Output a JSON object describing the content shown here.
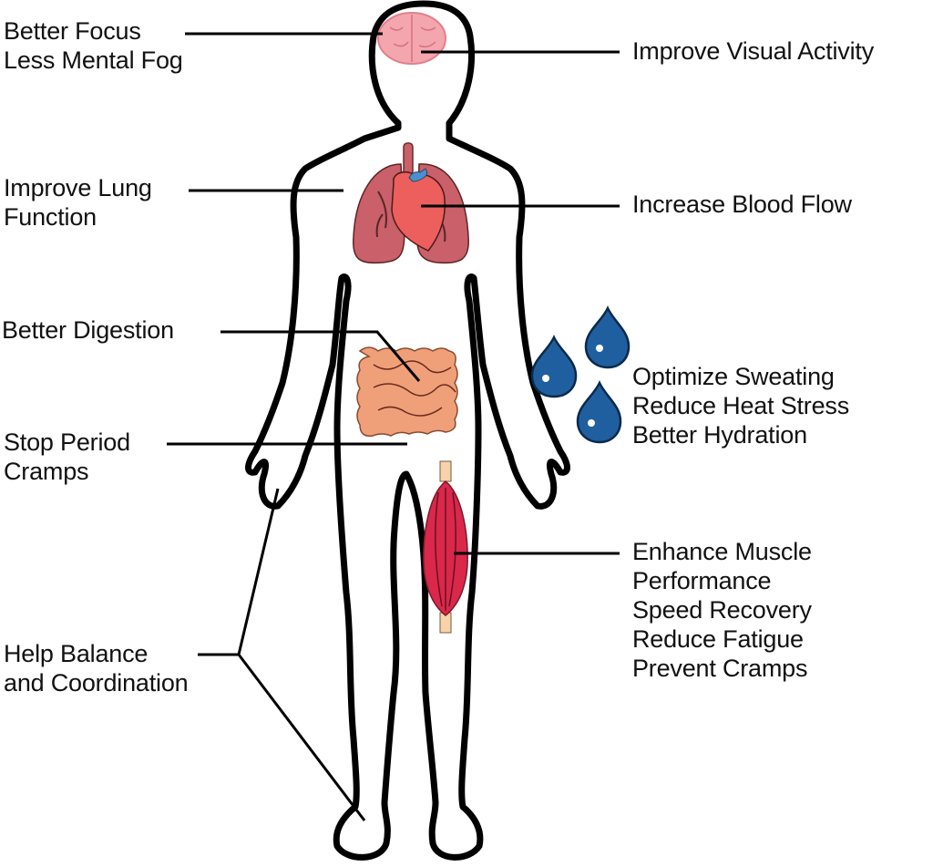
{
  "diagram": {
    "title": "",
    "colors": {
      "outline": "#000000",
      "brain": "#f4a6ae",
      "lungs": "#c9606a",
      "heart": "#ec5f5c",
      "vessel_blue": "#4a8fd0",
      "intestines": "#f0a078",
      "muscle": "#d9284a",
      "tendon": "#f7d2aa",
      "sweat_drop": "#1f5fa0"
    },
    "labels": {
      "brain_left": [
        "Better Focus",
        "Less Mental Fog"
      ],
      "brain_right": [
        "Improve Visual Activity"
      ],
      "lungs": [
        "Improve Lung",
        "Function"
      ],
      "heart": [
        "Increase Blood Flow"
      ],
      "digestion": [
        "Better Digestion"
      ],
      "sweat": [
        "Optimize Sweating",
        "Reduce Heat Stress",
        "Better Hydration"
      ],
      "period": [
        "Stop Period",
        "Cramps"
      ],
      "muscle": [
        "Enhance Muscle",
        "Performance",
        "Speed Recovery",
        "Reduce Fatigue",
        "Prevent Cramps"
      ],
      "balance": [
        "Help Balance",
        "and Coordination"
      ]
    },
    "icons": [
      "brain-icon",
      "lungs-icon",
      "heart-icon",
      "intestines-icon",
      "sweat-drop-icon",
      "muscle-icon",
      "human-body-outline"
    ]
  }
}
